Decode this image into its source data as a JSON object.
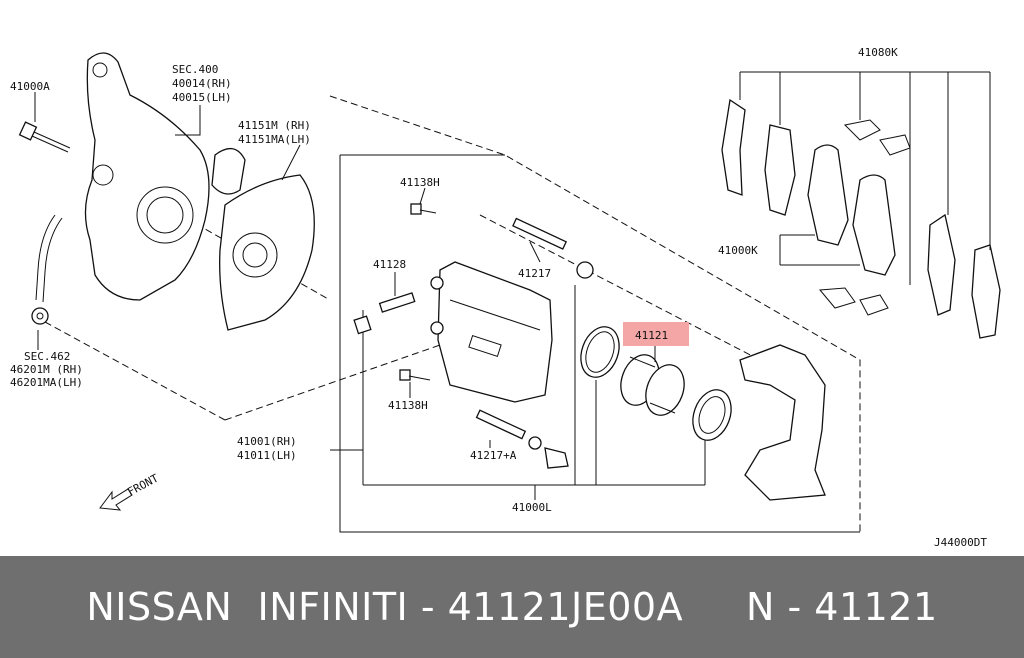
{
  "diagram": {
    "labels": {
      "l41000a": "41000A",
      "sec400": "SEC.400",
      "l40014": "40014(RH)",
      "l40015": "40015(LH)",
      "l41151m": "41151M (RH)",
      "l41151ma": "41151MA(LH)",
      "l41138h_top": "41138H",
      "l41128": "41128",
      "l41217": "41217",
      "l41080k": "41080K",
      "l41000k": "41000K",
      "l41121": "41121",
      "sec462": "SEC.462",
      "l46201m": "46201M (RH)",
      "l46201ma": "46201MA(LH)",
      "l41138h_bot": "41138H",
      "l41001": "41001(RH)",
      "l41011": "41011(LH)",
      "l41217a": "41217+A",
      "l41000l": "41000L",
      "front": "FRONT",
      "code": "J44000DT"
    },
    "highlight_color": "#f4a6a6"
  },
  "footer": {
    "text": "NISSAN  INFINITI - 41121JE00A     N - 41121"
  }
}
